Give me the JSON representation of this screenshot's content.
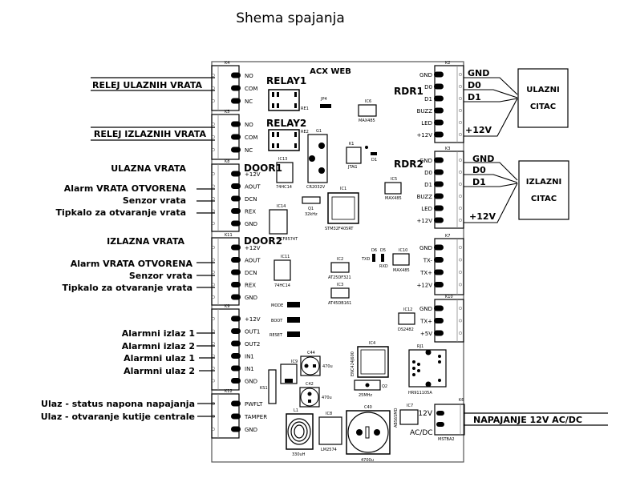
{
  "title": "Shema spajanja",
  "board": {
    "name": "ACX WEB",
    "relays": [
      {
        "label": "RELAY1",
        "ref": "RE1"
      },
      {
        "label": "RELAY2",
        "ref": "RE2"
      }
    ],
    "jumper_jp4": "JP4",
    "battery": {
      "ref": "G1",
      "part": "CR2032V"
    },
    "jtag": {
      "ref": "K1",
      "label": "JTAG"
    },
    "diode_d1": "D1",
    "ics": [
      {
        "ref": "IC6",
        "part": "MAX485"
      },
      {
        "ref": "IC13",
        "part": "74HC14"
      },
      {
        "ref": "IC1",
        "part": "STM32F405RT"
      },
      {
        "ref": "IC14",
        "part": "PCF8574T"
      },
      {
        "ref": "IC5",
        "part": "MAX485"
      },
      {
        "ref": "IC11",
        "part": "74HC14"
      },
      {
        "ref": "IC2",
        "part": "AT25DF321"
      },
      {
        "ref": "IC3",
        "part": "AT45DB161"
      },
      {
        "ref": "IC10",
        "part": "MAX485"
      },
      {
        "ref": "IC12",
        "part": "DS2482"
      },
      {
        "ref": "IC4",
        "part": "ENC424J600"
      },
      {
        "ref": "IC9",
        "part": ""
      },
      {
        "ref": "IC8",
        "part": "LM2574"
      },
      {
        "ref": "IC7",
        "part": "ABS6SMD"
      }
    ],
    "crystal_q1": {
      "ref": "Q1",
      "value": "32kHz"
    },
    "crystal_q2": {
      "ref": "Q2",
      "value": "25MHz"
    },
    "leds": {
      "d6": "D6",
      "d5": "D5",
      "txd": "TXD",
      "rxd": "RXD"
    },
    "jumpers": [
      "MODE",
      "BOOT",
      "RESET"
    ],
    "capacitors": [
      {
        "ref": "C44",
        "value": "470u"
      },
      {
        "ref": "C42",
        "value": "470u"
      },
      {
        "ref": "C40",
        "value": "4700u"
      }
    ],
    "inductor": {
      "ref": "L1",
      "value": "330uH"
    },
    "fuse": "KS1",
    "rj45": {
      "ref": "RJ1",
      "part": "HR911105A"
    },
    "power_connector": {
      "ref": "K6",
      "part": "MSTBA2",
      "pins": [
        "12V",
        "AC/DC"
      ]
    }
  },
  "connectors": {
    "k4": {
      "ref": "K4",
      "pins": [
        "NO",
        "COM",
        "NC"
      ]
    },
    "k5": {
      "ref": "K5",
      "pins": [
        "NO",
        "COM",
        "NC"
      ]
    },
    "k8": {
      "ref": "K8",
      "title": "DOOR1",
      "pins": [
        "+12V",
        "AOUT",
        "DCN",
        "REX",
        "GND"
      ]
    },
    "k11": {
      "ref": "K11",
      "title": "DOOR2",
      "pins": [
        "+12V",
        "AOUT",
        "DCN",
        "REX",
        "GND"
      ]
    },
    "k9": {
      "ref": "K9",
      "pins": [
        "+12V",
        "OUT1",
        "OUT2",
        "IN1",
        "IN1",
        "GND"
      ]
    },
    "k12": {
      "ref": "K12",
      "pins": [
        "PWFLT",
        "TAMPER",
        "GND"
      ]
    },
    "k2": {
      "ref": "K2",
      "title": "RDR1",
      "pins": [
        "GND",
        "D0",
        "D1",
        "BUZZ",
        "LED",
        "+12V"
      ]
    },
    "k3": {
      "ref": "K3",
      "title": "RDR2",
      "pins": [
        "GND",
        "D0",
        "D1",
        "BUZZ",
        "LED",
        "+12V"
      ]
    },
    "k7": {
      "ref": "K7",
      "pins": [
        "GND",
        "TX-",
        "TX+",
        "+12V"
      ]
    },
    "k10": {
      "ref": "K10",
      "pins": [
        "GND",
        "TX+",
        "+5V"
      ]
    }
  },
  "left_labels": {
    "relay_entry": "RELEJ ULAZNIH VRATA",
    "relay_exit": "RELEJ IZLAZNIH VRATA",
    "entry_door": "ULAZNA VRATA",
    "entry_alarm": "Alarm VRATA OTVORENA",
    "entry_sensor": "Senzor vrata",
    "entry_button": "Tipkalo za otvaranje vrata",
    "exit_door": "IZLAZNA VRATA",
    "exit_alarm": "Alarm VRATA OTVORENA",
    "exit_sensor": "Senzor vrata",
    "exit_button": "Tipkalo za otvaranje vrata",
    "alarm_out1": "Alarmni izlaz 1",
    "alarm_out2": "Alarmni izlaz 2",
    "alarm_in1": "Alarmni ulaz 1",
    "alarm_in2": "Alarmni ulaz 2",
    "power_status": "Ulaz - status napona napajanja",
    "tamper": "Ulaz - otvaranje kutije centrale"
  },
  "right_labels": {
    "reader1": {
      "wires": [
        "GND",
        "D0",
        "D1",
        "+12V"
      ],
      "box": [
        "ULAZNI",
        "CITAC"
      ]
    },
    "reader2": {
      "wires": [
        "GND",
        "D0",
        "D1",
        "+12V"
      ],
      "box": [
        "IZLAZNI",
        "CITAC"
      ]
    },
    "power": "NAPAJANJE 12V AC/DC"
  }
}
